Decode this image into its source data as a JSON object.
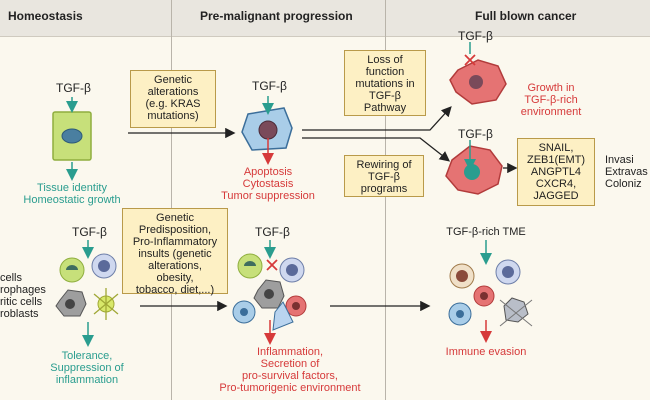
{
  "headers": {
    "homeostasis": "Homeostasis",
    "premalignant": "Pre-malignant progression",
    "cancer": "Full blown cancer"
  },
  "tgf": "TGF-β",
  "homeostasis_top": {
    "outcome_line1": "Tissue identity",
    "outcome_line2": "Homeostatic growth"
  },
  "homeostasis_bottom": {
    "cells": [
      "cells",
      "rophages",
      "ritic cells",
      "roblasts"
    ],
    "outcome_line1": "Tolerance,",
    "outcome_line2": "Suppression of",
    "outcome_line3": "inflammation"
  },
  "box_genetic_alterations": [
    "Genetic",
    "alterations",
    "(e.g. KRAS",
    "mutations)"
  ],
  "box_predisposition": [
    "Genetic",
    "Predisposition,",
    "Pro-Inflammatory",
    "insults (genetic",
    "alterations,",
    "obesity,",
    "tobacco, diet,...)"
  ],
  "premalignant_top": {
    "outcome": [
      "Apoptosis",
      "Cytostasis",
      "Tumor suppression"
    ]
  },
  "premalignant_bottom": {
    "outcome": [
      "Inflammation,",
      "Secretion of",
      "pro-survival factors,",
      "Pro-tumorigenic environment"
    ]
  },
  "box_loss_function": [
    "Loss of",
    "function",
    "mutations in",
    "TGF-β",
    "Pathway"
  ],
  "box_rewiring": [
    "Rewiring of",
    "TGF-β",
    "programs"
  ],
  "cancer_top": {
    "outcome": [
      "Growth in",
      "TGF-β-rich",
      "environment"
    ]
  },
  "box_targets": [
    "SNAIL,",
    "ZEB1(EMT)",
    "ANGPTL4",
    "CXCR4,",
    "JAGGED"
  ],
  "cancer_mid_truncated": [
    "Invasi",
    "Extravas",
    "Coloniz"
  ],
  "cancer_bottom": {
    "title": "TGF-β-rich TME",
    "outcome": "Immune evasion"
  },
  "colors": {
    "teal": "#2a9d8f",
    "red": "#d63a3a",
    "box_fill": "#fdf0c4",
    "cell_green": "#c7e07a",
    "tumor_cell": "#e57373",
    "premalignant_cell": "#a9cde8"
  }
}
